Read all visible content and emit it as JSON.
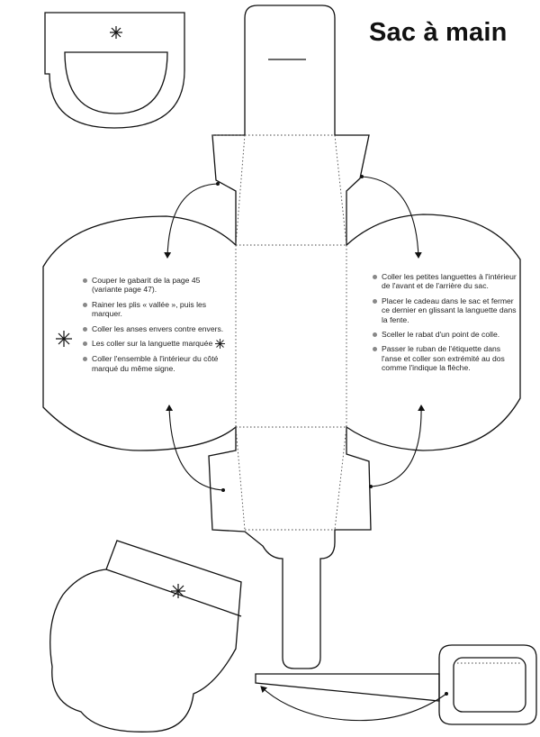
{
  "title": "Sac à main",
  "instructions_left": [
    "Couper le gabarit de la page 45 (variante page 47).",
    "Rainer les plis « vallée », puis les marquer.",
    "Coller les anses envers contre envers.",
    "Les coller sur la languette marquée",
    "Coller l'ensemble à l'intérieur du côté marqué du même signe."
  ],
  "instructions_right": [
    "Coller les petites languettes à l'intérieur de l'avant et de l'arrière du sac.",
    "Placer le cadeau dans le sac et fermer ce dernier en glissant la languette dans la fente.",
    "Sceller le rabat d'un point de colle.",
    "Passer le ruban de l'étiquette dans l'anse et coller son extrémité au dos comme l'indique la flèche."
  ],
  "icons": {
    "glue_mark": "asterisk-star-icon",
    "fold_arrow": "curved-arrow-icon"
  },
  "colors": {
    "line": "#111111",
    "text": "#222222",
    "bullet": "#888888"
  }
}
